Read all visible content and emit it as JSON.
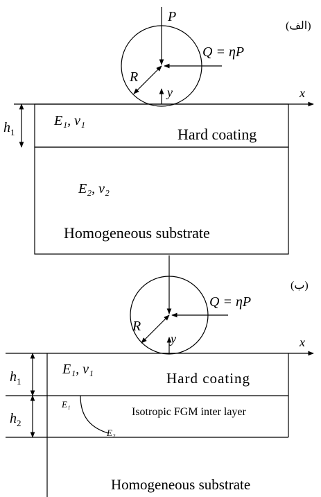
{
  "panel_a": {
    "label": "(الف)",
    "load_p": "P",
    "load_q": "Q = ηP",
    "radius": "R",
    "axis_y": "y",
    "axis_x": "x",
    "thickness_h1": "h",
    "thickness_h1_sub": "1",
    "coating_props": "E₁, ν₁",
    "coating_name": "Hard coating",
    "substrate_props": "E₂, ν₂",
    "substrate_name": "Homogeneous substrate"
  },
  "panel_b": {
    "label": "(ب)",
    "load_q": "Q = ηP",
    "radius": "R",
    "axis_y": "y",
    "axis_x": "x",
    "thickness_h1": "h",
    "thickness_h1_sub": "1",
    "thickness_h2": "h",
    "thickness_h2_sub": "2",
    "coating_props": "E₁, ν₁",
    "coating_name": "Hard coating",
    "fgm_name": "Isotropic FGM inter layer",
    "fgm_e1": "E₁",
    "fgm_e2": "E₂",
    "substrate_name": "Homogeneous substrate"
  }
}
